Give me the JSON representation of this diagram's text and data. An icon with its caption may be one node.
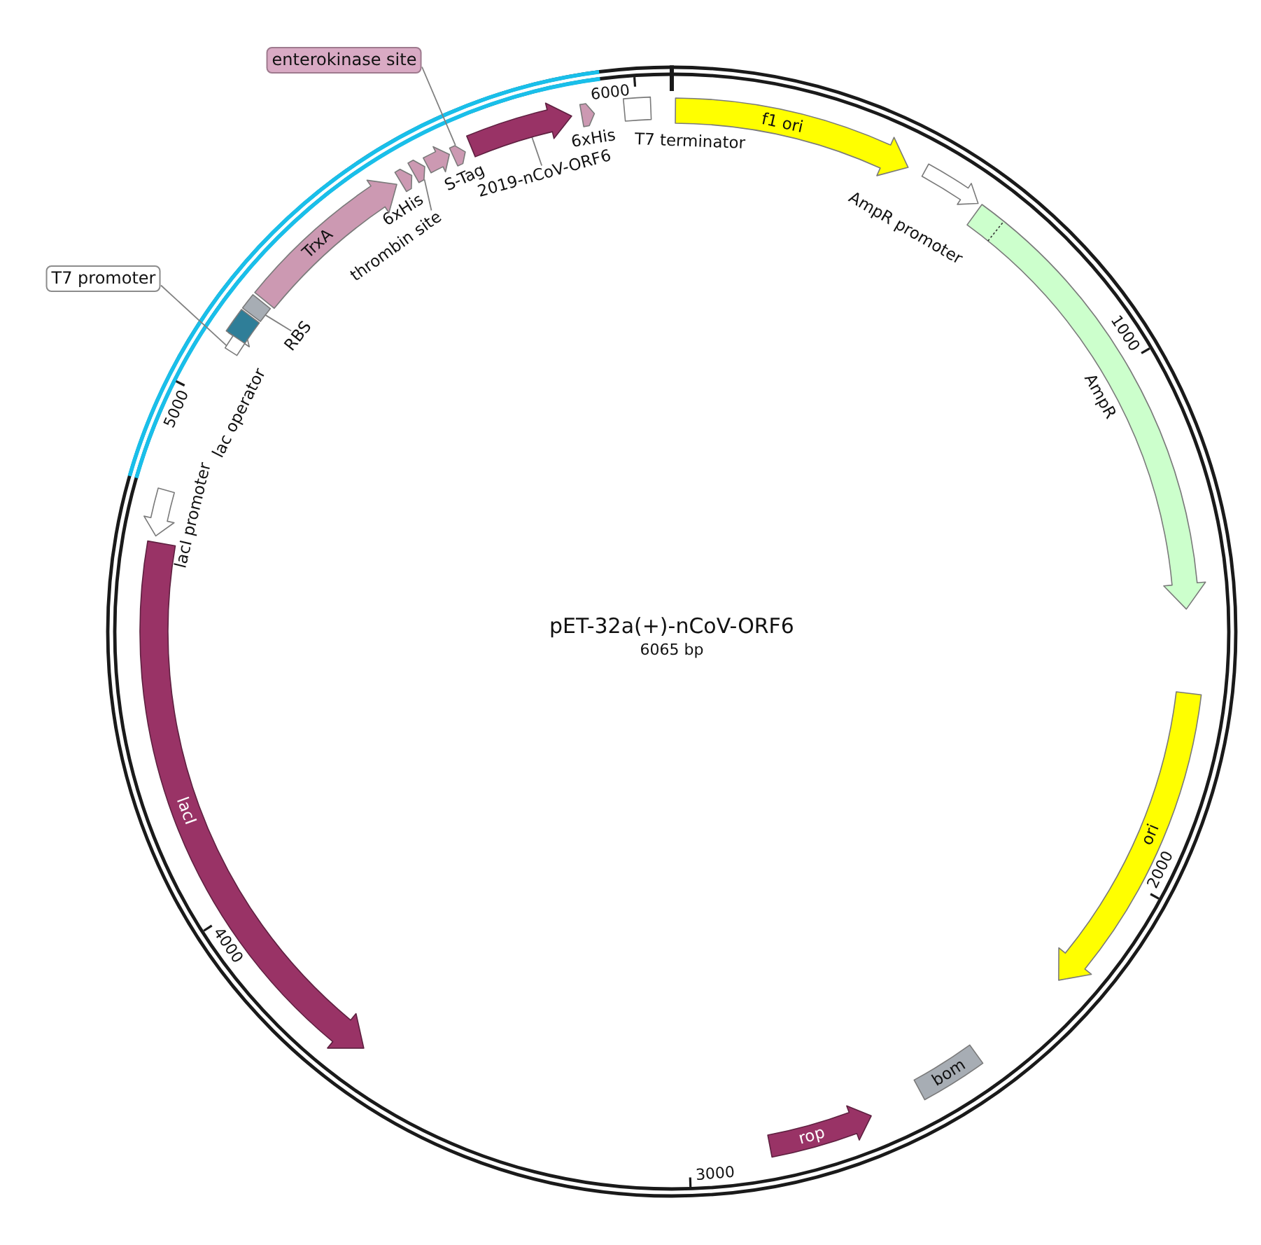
{
  "diagram": {
    "title": "pET-32a(+)-nCoV-ORF6",
    "nodes": [
      {
        "text": [
          "enterokinase site"
        ]
      },
      {
        "text": [],
        "shape": "arrow"
      },
      {
        "text": [
          "T7 promoter"
        ]
      },
      {
        "text": [],
        "shape": "arrow"
      },
      {
        "text": [
          "lac operator"
        ]
      },
      {
        "text": [],
        "shape": "box"
      },
      {
        "text": [
          "RBS"
        ]
      },
      {
        "text": [
          "TrxA"
        ]
      },
      {
        "text": [
          "6xHis"
        ]
      },
      {
        "text": [],
        "shape": "arrow"
      },
      {
        "text": [
          "thrombin site"
        ]
      },
      {
        "text": [
          "S-Tag"
        ]
      },
      {
        "text": [],
        "shape": "arrow"
      },
      {
        "text": [
          "2019-nCoV-ORF6"
        ]
      },
      {
        "text": [
          "6xHis"
        ]
      },
      {
        "text": [
          "T7 terminator"
        ]
      },
      {
        "text": [
          "f1 ori"
        ]
      },
      {
        "text": [
          "AmpR promoter"
        ]
      },
      {
        "text": [
          "AmpR"
        ]
      },
      {
        "text": [
          "ori"
        ]
      },
      {
        "text": [
          "bom"
        ]
      },
      {
        "text": [
          "rop"
        ]
      },
      {
        "text": [
          "lacI"
        ]
      },
      {
        "text": [
          "lacI promoter"
        ]
      }
    ],
    "edges": [
      {
        "from": 0,
        "to": 1,
        "arrow": "none"
      },
      {
        "from": 2,
        "to": 3,
        "arrow": "none"
      },
      {
        "from": 6,
        "to": 5,
        "arrow": "none"
      },
      {
        "from": 10,
        "to": 9,
        "arrow": "none"
      },
      {
        "from": 13,
        "to": 12,
        "arrow": "none"
      }
    ],
    "labels": [
      "6000",
      "1000",
      "5000",
      "6065 bp",
      "2000",
      "4000",
      "3000"
    ]
  }
}
